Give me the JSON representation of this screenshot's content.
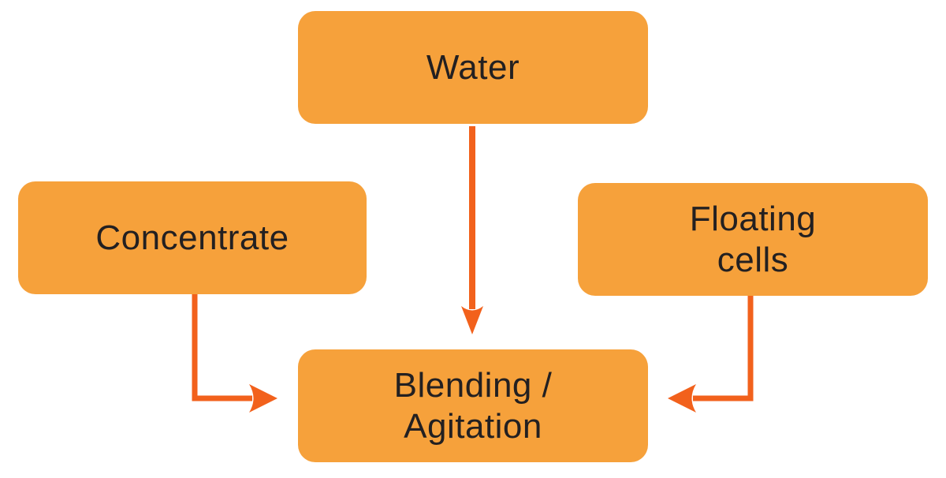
{
  "diagram": {
    "type": "flowchart",
    "nodes": {
      "water": {
        "label": "Water"
      },
      "concentrate": {
        "label": "Concentrate"
      },
      "floating_cells": {
        "label": "Floating\ncells"
      },
      "blending": {
        "label": "Blending /\nAgitation"
      }
    },
    "edges": [
      {
        "from": "water",
        "to": "blending",
        "style": "straight-down"
      },
      {
        "from": "concentrate",
        "to": "blending",
        "style": "elbow-down-right"
      },
      {
        "from": "floating_cells",
        "to": "blending",
        "style": "elbow-down-left"
      }
    ]
  },
  "colors": {
    "box_fill": "#F6A13B",
    "arrow": "#F2611C",
    "text": "#232021",
    "background": "#FFFFFF"
  }
}
